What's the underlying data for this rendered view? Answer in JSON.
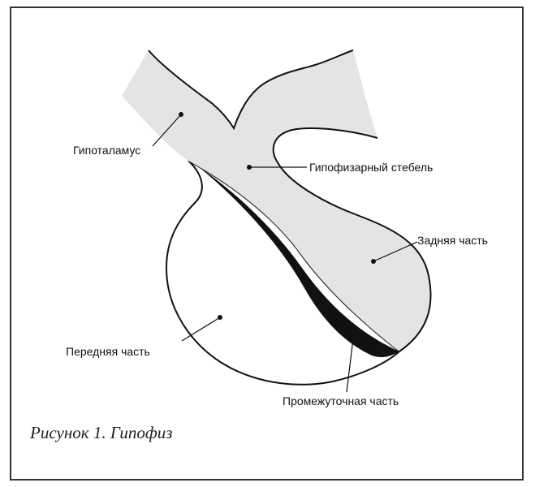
{
  "labels": {
    "hypothalamus": "Гипоталамус",
    "stalk": "Гипофизарный стебель",
    "posterior": "Задняя часть",
    "anterior": "Передняя часть",
    "intermediate": "Промежуточная часть"
  },
  "caption": "Рисунок 1. Гипофиз",
  "colors": {
    "neural_tissue": "#e4e4e4",
    "intermediate_lobe": "#111111",
    "outline": "#111111",
    "frame": "#333333"
  }
}
